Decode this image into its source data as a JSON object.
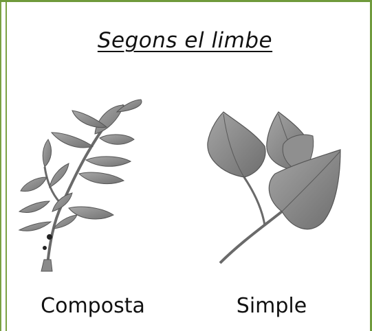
{
  "title": "Segons el limbe",
  "panels": [
    {
      "label": "Composta",
      "illustration": "compound-leaf-drawing"
    },
    {
      "label": "Simple",
      "illustration": "simple-leaf-drawing"
    }
  ],
  "colors": {
    "frame": "#6f9a3c",
    "leaf": "#8c8c8c",
    "leaf_dark": "#5e5e5e",
    "stem": "#6a6a6a"
  }
}
